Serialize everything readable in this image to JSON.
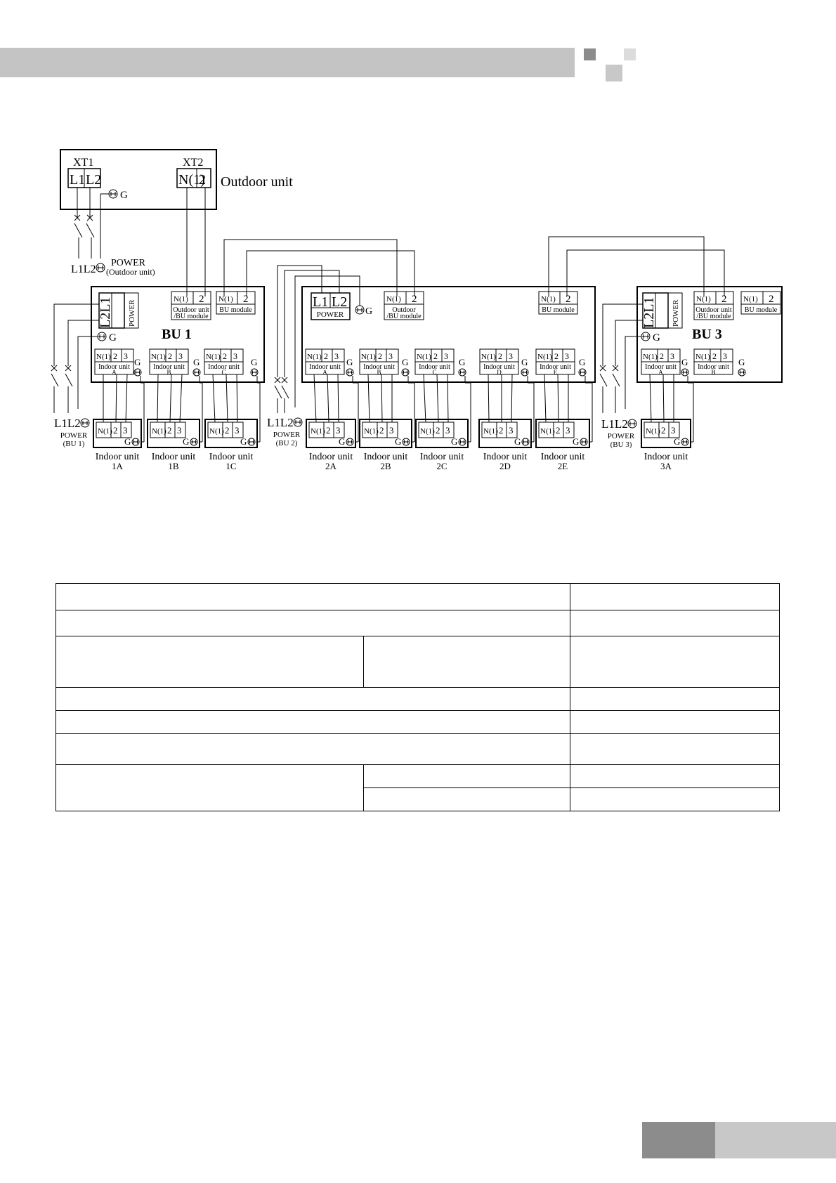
{
  "diagram": {
    "outdoor": {
      "xt1": "XT1",
      "xt2": "XT2",
      "l1": "L1",
      "l2": "L2",
      "n1": "N(1)",
      "t2": "2",
      "g": "G",
      "label": "Outdoor unit",
      "power_title": "POWER",
      "power_sub": "(Outdoor unit)"
    },
    "bu": [
      {
        "name": "BU 1",
        "power": "POWER",
        "left_block": {
          "n1": "N(1)",
          "t2": "2",
          "label1": "Outdoor unit",
          "label2": "/BU module"
        },
        "right_block": {
          "n1": "N(1)",
          "t2": "2",
          "label1": "BU module"
        },
        "ports": [
          {
            "n1": "N(1)",
            "t2": "2",
            "t3": "3",
            "label": "Indoor unit",
            "letter": "A"
          },
          {
            "n1": "N(1)",
            "t2": "2",
            "t3": "3",
            "label": "Indoor unit",
            "letter": "B"
          },
          {
            "n1": "N(1)",
            "t2": "2",
            "t3": "3",
            "label": "Indoor unit",
            "letter": "C"
          }
        ]
      },
      {
        "name": "",
        "power": "POWER",
        "left_block": {
          "n1": "N(1)",
          "t2": "2",
          "label1": "Outdoor",
          "label2": "/BU module"
        },
        "right_block": {
          "n1": "N(1)",
          "t2": "2",
          "label1": "BU module"
        },
        "ports": [
          {
            "n1": "N(1)",
            "t2": "2",
            "t3": "3",
            "label": "Indoor unit",
            "letter": "A"
          },
          {
            "n1": "N(1)",
            "t2": "2",
            "t3": "3",
            "label": "Indoor unit",
            "letter": "B"
          },
          {
            "n1": "N(1)",
            "t2": "2",
            "t3": "3",
            "label": "Indoor unit",
            "letter": "C"
          },
          {
            "n1": "N(1)",
            "t2": "2",
            "t3": "3",
            "label": "Indoor unit",
            "letter": "D"
          },
          {
            "n1": "N(1)",
            "t2": "2",
            "t3": "3",
            "label": "Indoor unit",
            "letter": "E"
          }
        ]
      },
      {
        "name": "BU 3",
        "power": "POWER",
        "left_block": {
          "n1": "N(1)",
          "t2": "2",
          "label1": "Outdoor unit",
          "label2": "/BU module"
        },
        "right_block": {
          "n1": "N(1)",
          "t2": "2",
          "label1": "BU module"
        },
        "ports": [
          {
            "n1": "N(1)",
            "t2": "2",
            "t3": "3",
            "label": "Indoor unit",
            "letter": "A"
          },
          {
            "n1": "N(1)",
            "t2": "2",
            "t3": "3",
            "label": "Indoor unit",
            "letter": "B"
          }
        ]
      }
    ],
    "bu_power": [
      {
        "l1": "L1",
        "l2": "L2",
        "title": "POWER",
        "sub": "(BU 1)"
      },
      {
        "l1": "L1",
        "l2": "L2",
        "title": "POWER",
        "sub": "(BU 2)"
      },
      {
        "l1": "L1",
        "l2": "L2",
        "title": "POWER",
        "sub": "(BU 3)"
      }
    ],
    "indoor_units": [
      {
        "line1": "Indoor unit",
        "line2": "1A"
      },
      {
        "line1": "Indoor unit",
        "line2": "1B"
      },
      {
        "line1": "Indoor unit",
        "line2": "1C"
      },
      {
        "line1": "Indoor unit",
        "line2": "2A"
      },
      {
        "line1": "Indoor unit",
        "line2": "2B"
      },
      {
        "line1": "Indoor unit",
        "line2": "2C"
      },
      {
        "line1": "Indoor unit",
        "line2": "2D"
      },
      {
        "line1": "Indoor unit",
        "line2": "2E"
      },
      {
        "line1": "Indoor unit",
        "line2": "3A"
      }
    ],
    "terminal_labels": {
      "n1": "N(1)",
      "t2": "2",
      "t3": "3",
      "g": "G"
    }
  }
}
